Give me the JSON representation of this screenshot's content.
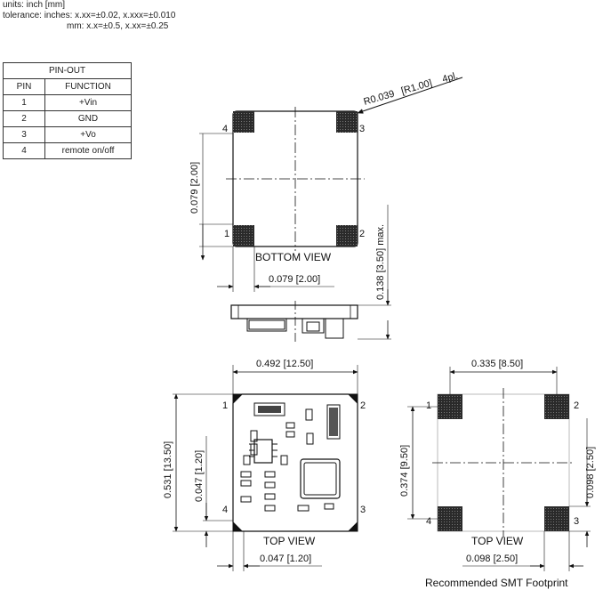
{
  "header": {
    "units": "units: inch [mm]",
    "tolerance_label": "tolerance: inches: x.xx=±0.02, x.xxx=±0.010",
    "tolerance_mm": "mm: x.x=±0.5, x.xx=±0.25"
  },
  "pinout": {
    "title": "PIN-OUT",
    "headers": [
      "PIN",
      "FUNCTION"
    ],
    "rows": [
      {
        "pin": "1",
        "function": "+Vin"
      },
      {
        "pin": "2",
        "function": "GND"
      },
      {
        "pin": "3",
        "function": "+Vo"
      },
      {
        "pin": "4",
        "function": "remote on/off"
      }
    ]
  },
  "bottom_view": {
    "label": "BOTTOM VIEW",
    "radius_in": "R0.039",
    "radius_mm": "R1.00",
    "radius_note": "4pl.",
    "vert_in": "0.079",
    "vert_mm": "2.00",
    "horiz_in": "0.079",
    "horiz_mm": "2.00",
    "height_in": "0.138",
    "height_mm": "3.50",
    "height_note": "max.",
    "pins": [
      "1",
      "2",
      "3",
      "4"
    ]
  },
  "top_view": {
    "label": "TOP VIEW",
    "width_in": "0.492",
    "width_mm": "12.50",
    "height_in": "0.531",
    "height_mm": "13.50",
    "pad_in": "0.047",
    "pad_mm": "1.20",
    "bottom_in": "0.047",
    "bottom_mm": "1.20",
    "pins": [
      "1",
      "2",
      "3",
      "4"
    ]
  },
  "footprint": {
    "label": "TOP VIEW",
    "caption": "Recommended SMT Footprint",
    "width_in": "0.335",
    "width_mm": "8.50",
    "height_in": "0.374",
    "height_mm": "9.50",
    "pad_in": "0.098",
    "pad_mm": "2.50",
    "bottom_in": "0.098",
    "bottom_mm": "2.50",
    "pins": [
      "1",
      "2",
      "3",
      "4"
    ]
  }
}
